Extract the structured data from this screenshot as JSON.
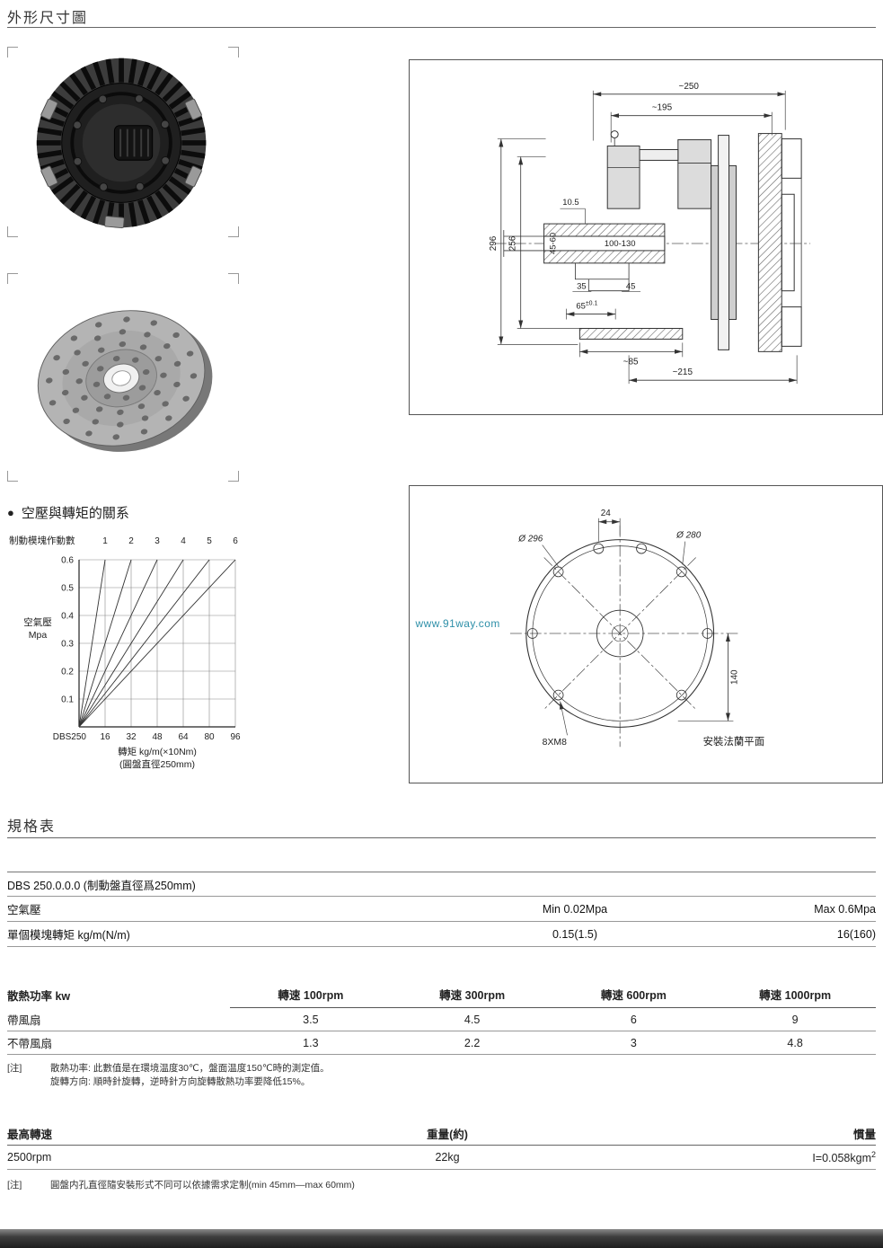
{
  "page": {
    "section1_title": "外形尺寸圖",
    "section2_title": "規格表",
    "torque_bullet": "●",
    "torque_title": "空壓與轉矩的關系"
  },
  "outline_drawing": {
    "dims": {
      "d250": "~250",
      "d195": "~195",
      "d10_5": "10.5",
      "d296": "296",
      "d256": "256",
      "d45_60": "45-60",
      "d100_130": "100-130",
      "d35": "35",
      "d45": "45",
      "d65": "65",
      "d65_tol": "±0.1",
      "d85": "~85",
      "d215": "~215"
    }
  },
  "flange_drawing": {
    "d24": "24",
    "dia296": "Ø 296",
    "dia280": "Ø 280",
    "d140": "140",
    "bolts": "8XM8",
    "plane_label": "安裝法蘭平面",
    "watermark": "www.91way.com"
  },
  "chart_data": {
    "type": "line",
    "title": "空壓與轉矩的關系",
    "top_axis_label": "制動模塊作動數",
    "top_ticks": [
      "1",
      "2",
      "3",
      "4",
      "5",
      "6"
    ],
    "ylabel_line1": "空氣壓",
    "ylabel_line2": "Mpa",
    "yticks": [
      "0.1",
      "0.2",
      "0.3",
      "0.4",
      "0.5",
      "0.6"
    ],
    "ylim": [
      0,
      0.6
    ],
    "x_origin_label": "DBS250",
    "xticks": [
      "16",
      "32",
      "48",
      "64",
      "80",
      "96"
    ],
    "xlim": [
      0,
      96
    ],
    "xlabel": "轉矩 kg/m(×10Nm)",
    "xlabel_sub": "(圓盤直徑250mm)",
    "grid": true,
    "series": [
      {
        "name": "1",
        "points": [
          [
            0,
            0
          ],
          [
            16,
            0.6
          ]
        ]
      },
      {
        "name": "2",
        "points": [
          [
            0,
            0
          ],
          [
            32,
            0.6
          ]
        ]
      },
      {
        "name": "3",
        "points": [
          [
            0,
            0
          ],
          [
            48,
            0.6
          ]
        ]
      },
      {
        "name": "4",
        "points": [
          [
            0,
            0
          ],
          [
            64,
            0.6
          ]
        ]
      },
      {
        "name": "5",
        "points": [
          [
            0,
            0
          ],
          [
            80,
            0.6
          ]
        ]
      },
      {
        "name": "6",
        "points": [
          [
            0,
            0
          ],
          [
            96,
            0.6
          ]
        ]
      }
    ]
  },
  "spec_table": {
    "model_header": "DBS 250.0.0.0 (制動盤直徑爲250mm)",
    "rows": [
      {
        "label": "空氣壓",
        "col2": "Min 0.02Mpa",
        "col3": "Max 0.6Mpa"
      },
      {
        "label": "單個模塊轉矩 kg/m(N/m)",
        "col2": "0.15(1.5)",
        "col3": "16(160)"
      }
    ]
  },
  "heat_table": {
    "label_header": "散熱功率 kw",
    "col_headers": [
      "轉速 100rpm",
      "轉速 300rpm",
      "轉速 600rpm",
      "轉速 1000rpm"
    ],
    "rows": [
      {
        "label": "帶風扇",
        "values": [
          "3.5",
          "4.5",
          "6",
          "9"
        ]
      },
      {
        "label": "不帶風扇",
        "values": [
          "1.3",
          "2.2",
          "3",
          "4.8"
        ]
      }
    ],
    "note_tag": "[注]",
    "note_line1": "散熱功率: 此數值是在環境温度30℃，盤面温度150℃時的測定值。",
    "note_line2": "旋轉方向: 順時針旋轉，逆時針方向旋轉散熱功率要降低15%。"
  },
  "summary_table": {
    "headers": [
      "最高轉速",
      "重量(約)",
      "慣量"
    ],
    "values": [
      "2500rpm",
      "22kg"
    ],
    "inertia_value": "I=0.058kgm",
    "inertia_sup": "2",
    "note_tag": "[注]",
    "note": "圓盤内孔直徑隨安裝形式不同可以依據需求定制(min 45mm—max 60mm)"
  }
}
